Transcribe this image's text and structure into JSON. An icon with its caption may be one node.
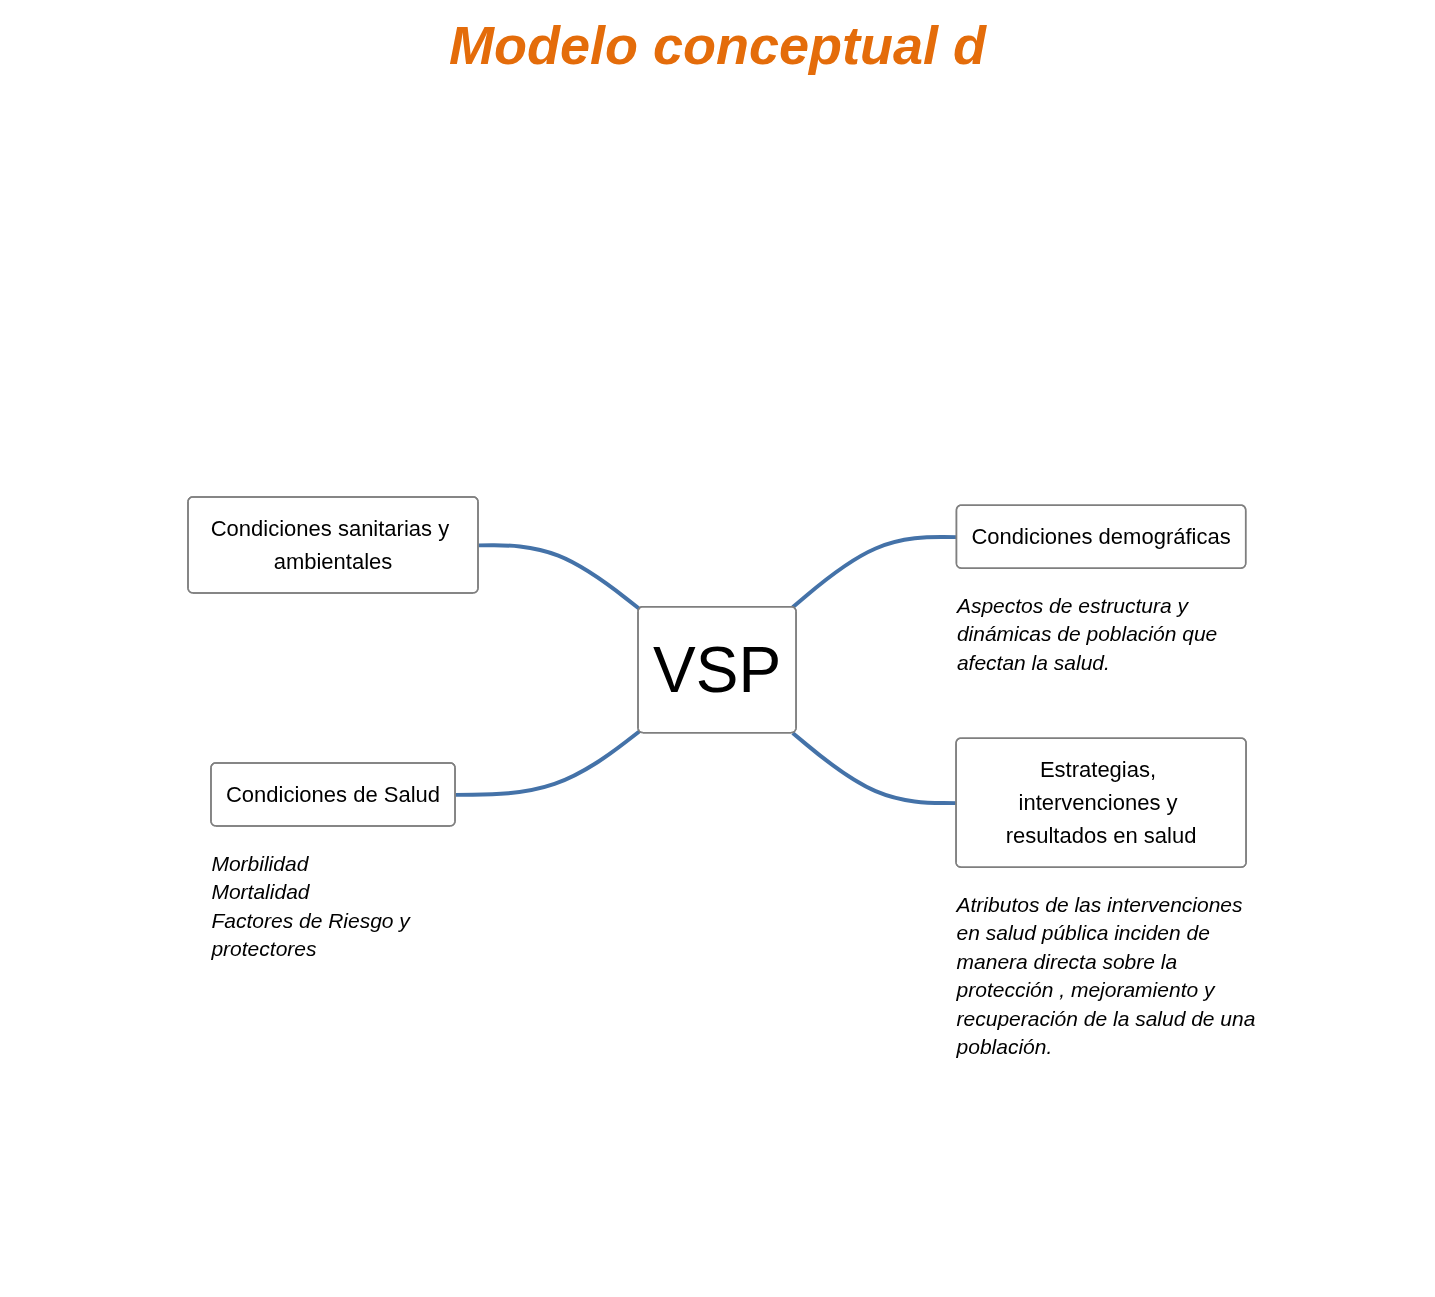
{
  "diagram": {
    "title": "Modelo conceptual d",
    "nodes": [
      {
        "text": [
          "Condiciones sanitarias y ambientales"
        ]
      },
      {
        "text": [
          "Condiciones de Salud"
        ],
        "beside": [
          "Morbilidad",
          "Mortalidad",
          "Factores de Riesgo y protectores"
        ]
      },
      {
        "text": [
          "VSP"
        ]
      },
      {
        "text": [
          "Condiciones demográficas"
        ],
        "beside": [
          "Aspectos de estructura y dinámicas de población que afectan la salud."
        ]
      },
      {
        "text": [
          "Estrategias, intervenciones y resultados en salud"
        ],
        "beside": [
          "Atributos de las intervenciones en salud pública inciden de manera directa sobre la protección , mejoramiento y recuperación de la salud de una población."
        ]
      }
    ],
    "edges": [
      {
        "from": 0,
        "to": 2,
        "arrow": "none"
      },
      {
        "from": 1,
        "to": 2,
        "arrow": "none"
      },
      {
        "from": 2,
        "to": 3,
        "arrow": "none"
      },
      {
        "from": 2,
        "to": 4,
        "arrow": "none"
      }
    ]
  }
}
